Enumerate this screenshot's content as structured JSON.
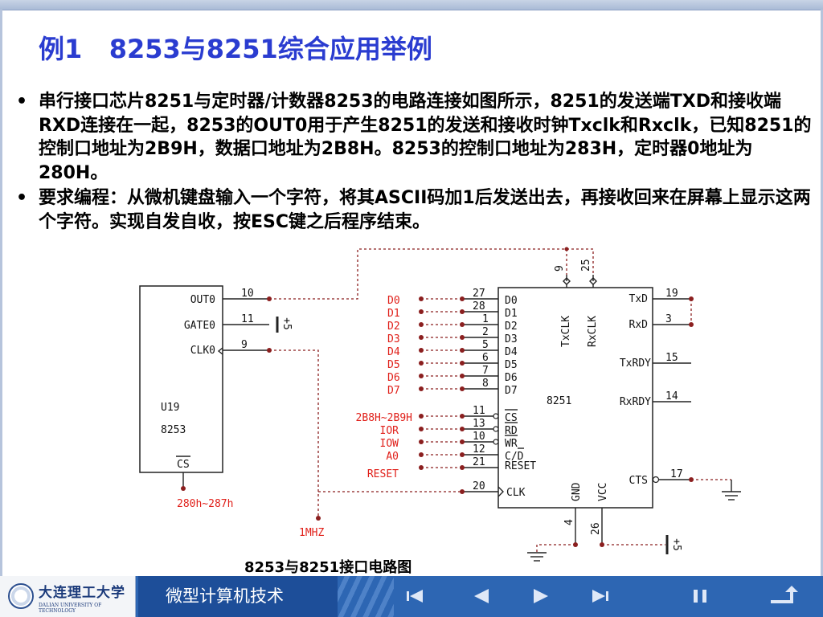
{
  "slide": {
    "title": "例1   8253与8251综合应用举例",
    "bullets": [
      "串行接口芯片8251与定时器/计数器8253的电路连接如图所示，8251的发送端TXD和接收端RXD连接在一起，8253的OUT0用于产生8251的发送和接收时钟Txclk和Rxclk，已知8251的控制口地址为2B9H，数据口地址为2B8H。8253的控制口地址为283H，定时器0地址为280H。",
      "要求编程：从微机键盘输入一个字符，将其ASCII码加1后发送出去，再接收回来在屏幕上显示这两个字符。实现自发自收，按ESC键之后程序结束。"
    ],
    "caption": "8253与8251接口电路图"
  },
  "diagram": {
    "chip_8253": {
      "pins": [
        {
          "label": "OUT0",
          "num": "10"
        },
        {
          "label": "GATE0",
          "num": "11"
        },
        {
          "label": "CLK0",
          "num": "9"
        }
      ],
      "ref": "U19",
      "name": "8253",
      "cs": "CS",
      "cs_addr": "280h~287h",
      "gate_power": "+5",
      "clk_source": "1MHZ"
    },
    "chip_8251": {
      "name": "8251",
      "data_pins": [
        {
          "label": "D0",
          "num": "27"
        },
        {
          "label": "D1",
          "num": "28"
        },
        {
          "label": "D2",
          "num": "1"
        },
        {
          "label": "D3",
          "num": "2"
        },
        {
          "label": "D4",
          "num": "5"
        },
        {
          "label": "D5",
          "num": "6"
        },
        {
          "label": "D6",
          "num": "7"
        },
        {
          "label": "D7",
          "num": "8"
        }
      ],
      "ctrl_pins": [
        {
          "label": "CS",
          "num": "11",
          "signal": "2B8H~2B9H"
        },
        {
          "label": "RD",
          "num": "13",
          "signal": "IOR"
        },
        {
          "label": "WR",
          "num": "10",
          "signal": "IOW"
        },
        {
          "label": "C/D",
          "num": "12",
          "signal": "A0"
        },
        {
          "label": "RESET",
          "num": "21",
          "signal": "RESET"
        }
      ],
      "clk_pin": {
        "label": "CLK",
        "num": "20"
      },
      "top_pins": [
        {
          "label": "TxCLK",
          "num": "9"
        },
        {
          "label": "RxCLK",
          "num": "25"
        }
      ],
      "right_pins": [
        {
          "label": "TxD",
          "num": "19"
        },
        {
          "label": "RxD",
          "num": "3"
        },
        {
          "label": "TxRDY",
          "num": "15"
        },
        {
          "label": "RxRDY",
          "num": "14"
        },
        {
          "label": "CTS",
          "num": "17"
        }
      ],
      "bottom_pins": [
        {
          "label": "GND",
          "num": "4"
        },
        {
          "label": "VCC",
          "num": "26"
        }
      ],
      "vcc_power": "+5"
    }
  },
  "footer": {
    "university": "大连理工大学",
    "university_en": "DALIAN UNIVERSITY OF TECHNOLOGY",
    "course": "微型计算机技术",
    "nav": [
      "first-icon",
      "prev-icon",
      "next-icon",
      "last-icon",
      "pause-icon",
      "return-icon"
    ]
  },
  "colors": {
    "title": "#2a3cd0",
    "signal_red": "#e0201a",
    "wire_dark": "#8b1f1f",
    "footer_bg": "#2d66b3"
  }
}
